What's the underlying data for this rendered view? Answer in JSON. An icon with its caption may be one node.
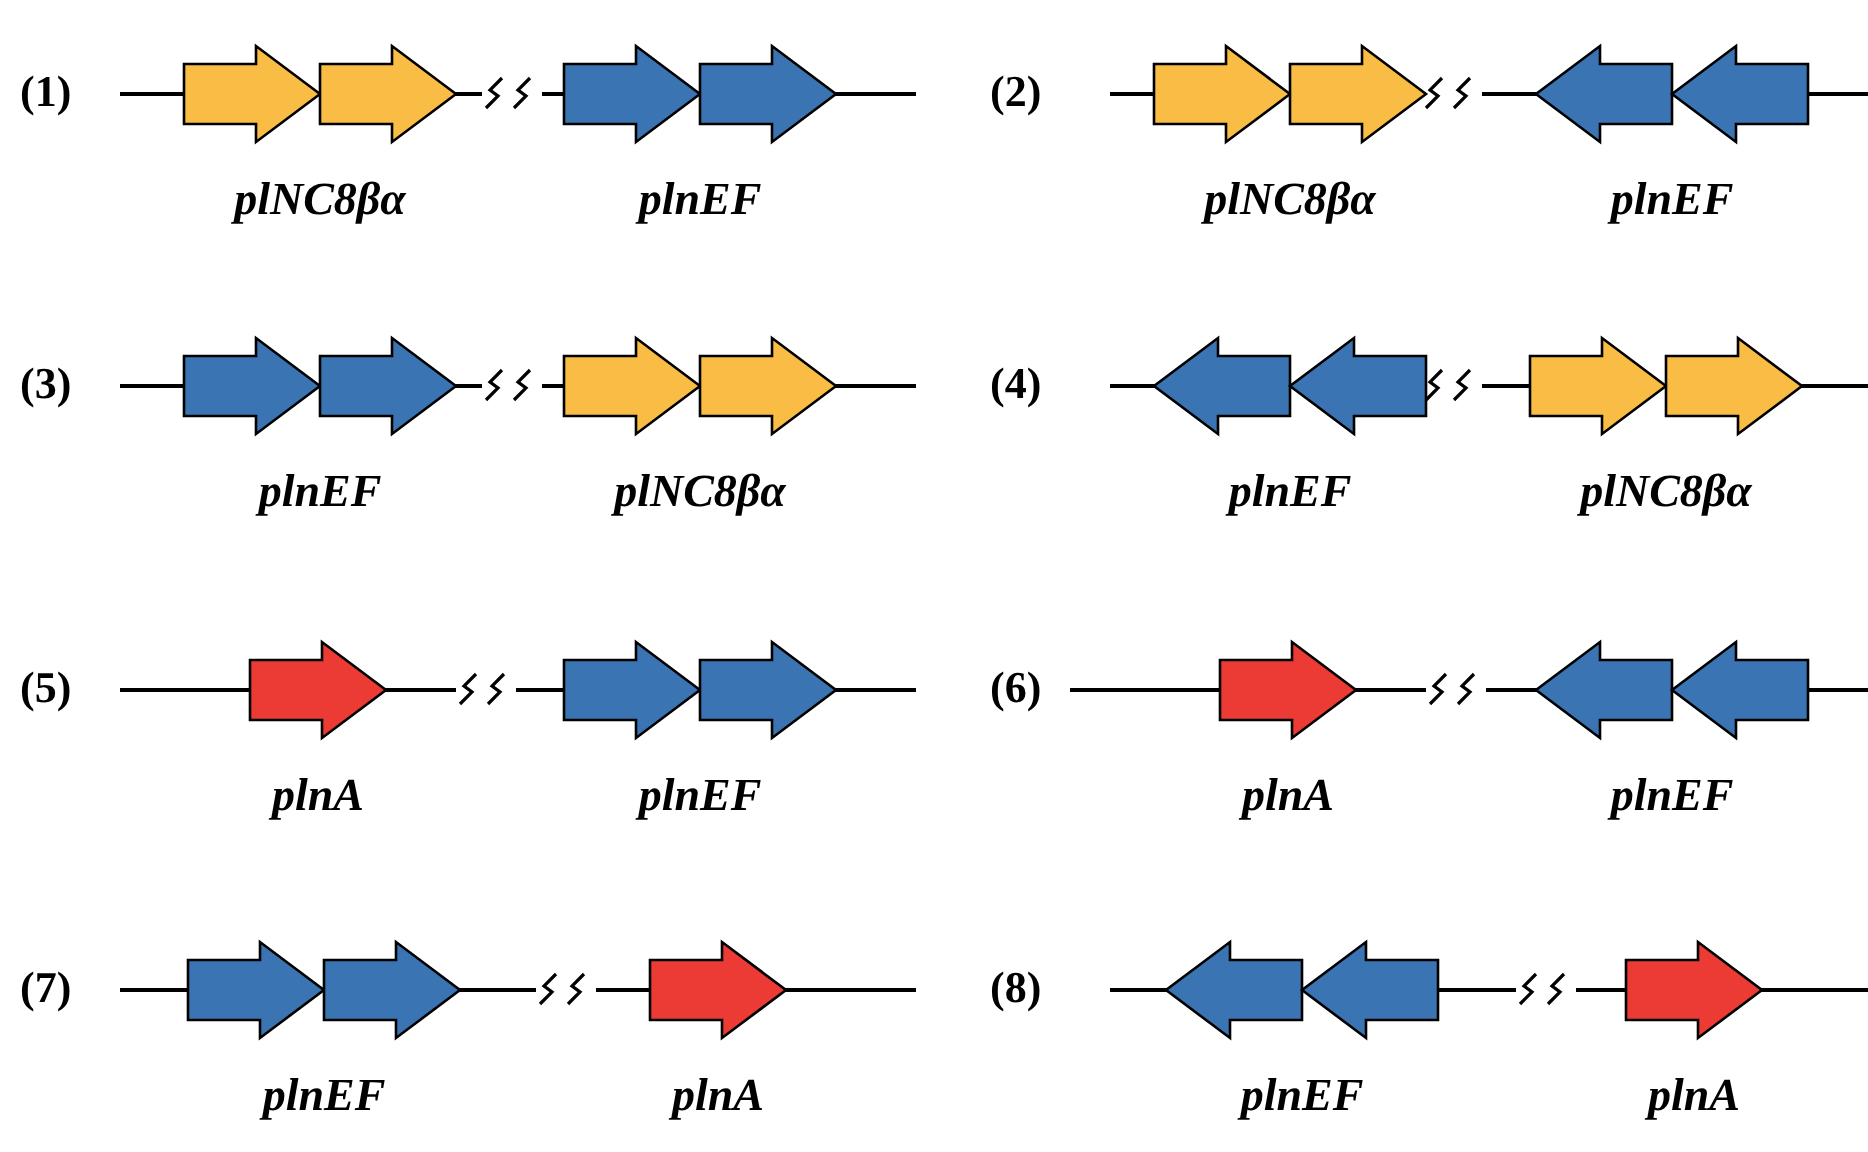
{
  "diagram": {
    "nodes": [
      {
        "text": [
          "plNC8βα"
        ]
      },
      {
        "text": [
          "plnEF"
        ]
      },
      {
        "text": [
          "plNC8βα"
        ]
      },
      {
        "text": [
          "plnEF"
        ]
      },
      {
        "text": [
          "plnEF"
        ]
      },
      {
        "text": [
          "plNC8βα"
        ]
      },
      {
        "text": [
          "plnEF"
        ]
      },
      {
        "text": [
          "plNC8βα"
        ]
      },
      {
        "text": [
          "plnA"
        ]
      },
      {
        "text": [
          "plnEF"
        ]
      },
      {
        "text": [
          "plnA"
        ]
      },
      {
        "text": [
          "plnEF"
        ]
      },
      {
        "text": [
          "plnEF"
        ]
      },
      {
        "text": [
          "plnA"
        ]
      },
      {
        "text": [
          "plnEF"
        ]
      },
      {
        "text": [
          "plnA"
        ]
      }
    ],
    "labels": [
      "(1)",
      "(2)",
      "(3)",
      "(4)",
      "(5)",
      "(6)",
      "(7)",
      "(8)"
    ]
  }
}
